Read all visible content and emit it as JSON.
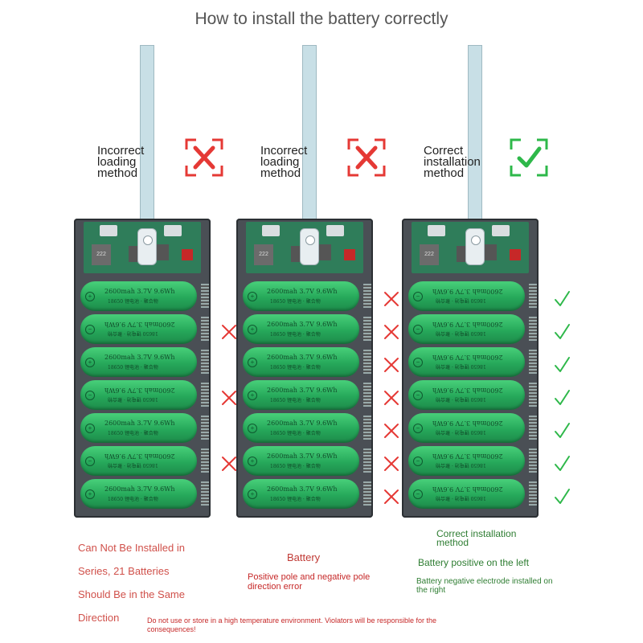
{
  "title": "How to install the battery correctly",
  "colors": {
    "wrong": "#e53935",
    "right": "#2eb84a"
  },
  "panels": [
    {
      "label": "Incorrect\nloading\nmethod",
      "verdict": "x",
      "row_marks": [
        null,
        "x",
        null,
        "x",
        null,
        "x",
        null
      ],
      "cell_orientation": [
        "normal",
        "flipped",
        "normal",
        "flipped",
        "normal",
        "flipped",
        "normal"
      ]
    },
    {
      "label": "Incorrect\nloading\nmethod",
      "verdict": "x",
      "row_marks": [
        "x",
        "x",
        "x",
        "x",
        "x",
        "x",
        "x"
      ],
      "cell_orientation": [
        "normal",
        "normal",
        "normal",
        "normal",
        "normal",
        "normal",
        "normal"
      ]
    },
    {
      "label": "Correct\ninstallation\nmethod",
      "verdict": "check",
      "row_marks": [
        "check",
        "check",
        "check",
        "check",
        "check",
        "check",
        "check"
      ],
      "cell_orientation": [
        "flipped",
        "flipped",
        "flipped",
        "flipped",
        "flipped",
        "flipped",
        "flipped"
      ]
    }
  ],
  "cell_text": {
    "main": "2600mah  3.7V  9.6Wh",
    "sub": "18650 锂电池 · 聚合物"
  },
  "pcb_text": "222",
  "notes": {
    "left": "Can Not Be Installed in\nSeries, 21 Batteries\nShould Be in the Same\nDirection",
    "middle_head": "Battery",
    "middle": "Positive pole and negative pole\ndirection error",
    "right_head": "Correct installation\nmethod",
    "right_1": "Battery positive on the left",
    "right_2": "Battery negative electrode installed on\nthe right",
    "footer": "Do not use or store in a high temperature environment. Violators will be responsible for the\nconsequences!"
  }
}
